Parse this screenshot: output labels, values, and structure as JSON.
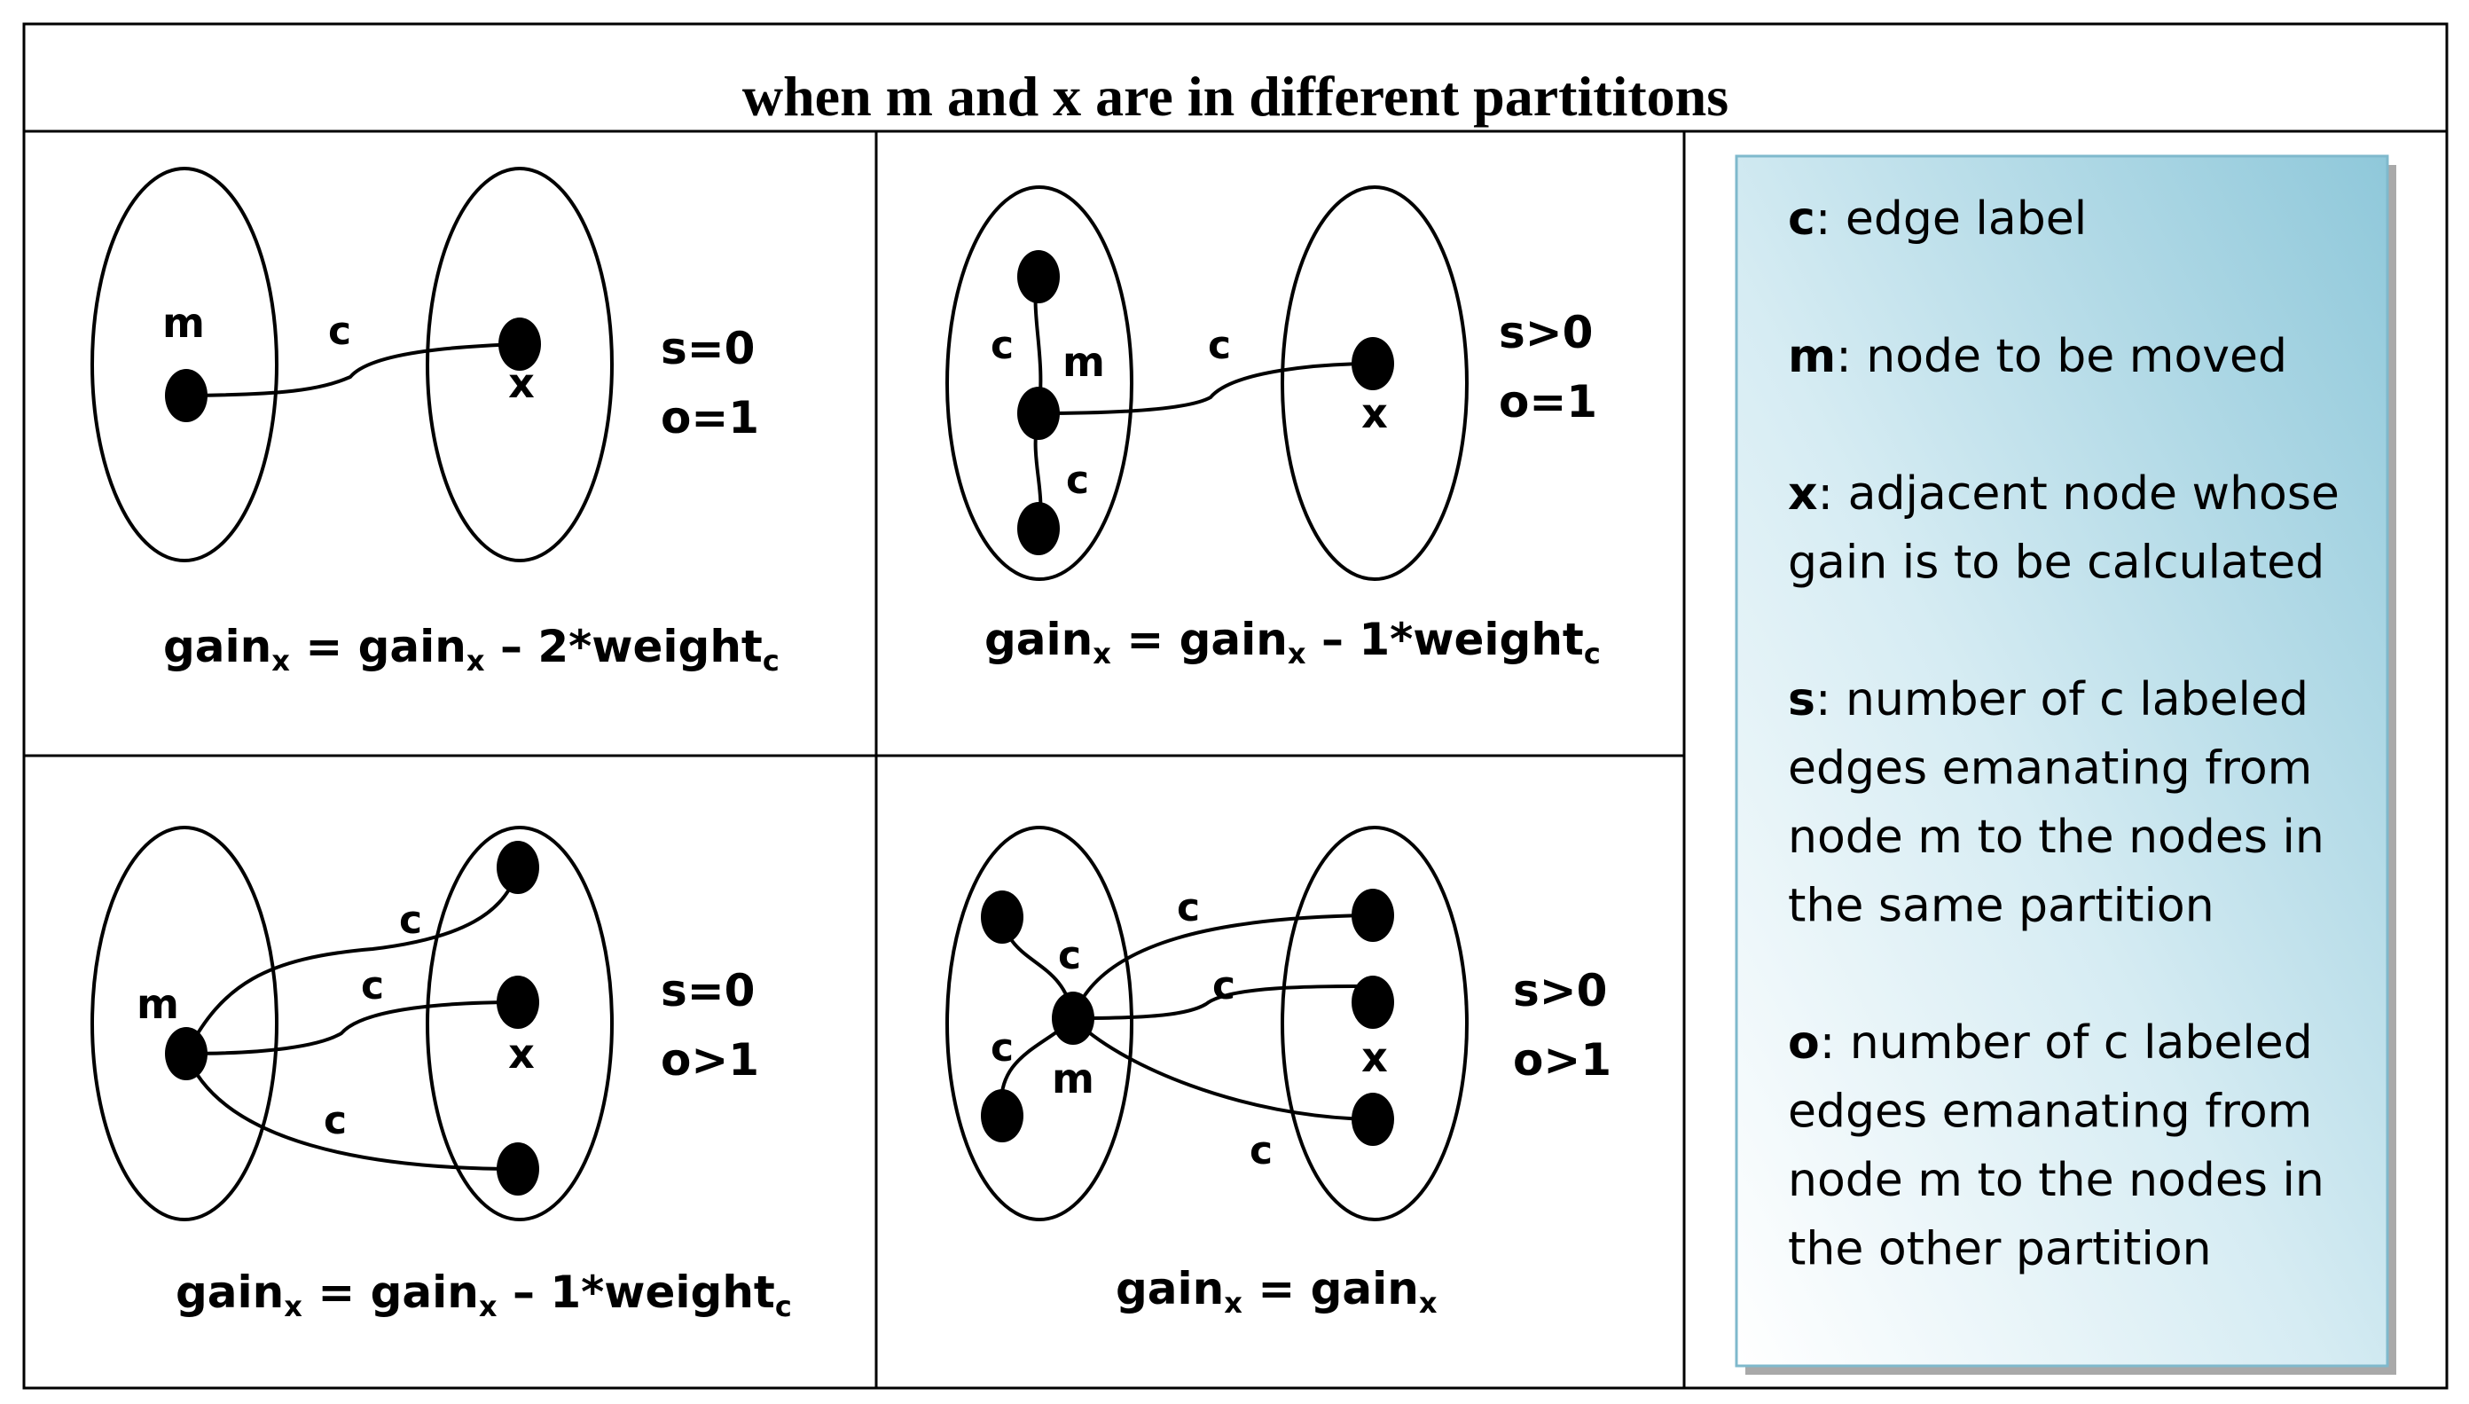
{
  "title": "when m and x are in different partititons",
  "panels": [
    {
      "s_label": "s=0",
      "o_label": "o=1",
      "node_labels": {
        "m": "m",
        "x": "x"
      },
      "edge_labels": [
        "c"
      ],
      "formula": {
        "lhs": "gain",
        "lhs_sub": "x",
        "eq": " = ",
        "rhs": "gain",
        "rhs_sub": "x",
        "tail": " – 2*weight",
        "tail_sub": "c"
      }
    },
    {
      "s_label": "s>0",
      "o_label": "o=1",
      "node_labels": {
        "m": "m",
        "x": "x"
      },
      "edge_labels": [
        "c",
        "c",
        "c"
      ],
      "formula": {
        "lhs": "gain",
        "lhs_sub": "x",
        "eq": " = ",
        "rhs": "gain",
        "rhs_sub": "x",
        "tail": " – 1*weight",
        "tail_sub": "c"
      }
    },
    {
      "s_label": "s=0",
      "o_label": "o>1",
      "node_labels": {
        "m": "m",
        "x": "x"
      },
      "edge_labels": [
        "c",
        "c",
        "c"
      ],
      "formula": {
        "lhs": "gain",
        "lhs_sub": "x",
        "eq": " = ",
        "rhs": "gain",
        "rhs_sub": "x",
        "tail": " – 1*weight",
        "tail_sub": "c"
      }
    },
    {
      "s_label": "s>0",
      "o_label": "o>1",
      "node_labels": {
        "m": "m",
        "x": "x"
      },
      "edge_labels": [
        "c",
        "c",
        "c",
        "c",
        "c"
      ],
      "formula": {
        "lhs": "gain",
        "lhs_sub": "x",
        "eq": " = ",
        "rhs": "gain",
        "rhs_sub": "x",
        "tail": "",
        "tail_sub": ""
      }
    }
  ],
  "legend": [
    {
      "key": "c",
      "lines": [
        ": edge label"
      ]
    },
    {
      "key": "m",
      "lines": [
        ": node to be moved"
      ]
    },
    {
      "key": "x",
      "lines": [
        ": adjacent node whose",
        "gain is to be calculated"
      ]
    },
    {
      "key": "s",
      "lines": [
        ": number of c labeled",
        "edges emanating from",
        "node m to the nodes in",
        "the same partition"
      ]
    },
    {
      "key": "o",
      "lines": [
        ": number of c labeled",
        "edges emanating from",
        "node m to the nodes in",
        "the other partition"
      ]
    }
  ],
  "colors": {
    "legend_light": "#ffffff",
    "legend_mid": "#d6ecf3",
    "legend_dark": "#8fc8da",
    "legend_border": "#7fb9cc",
    "shadow": "#a9a9a9"
  }
}
